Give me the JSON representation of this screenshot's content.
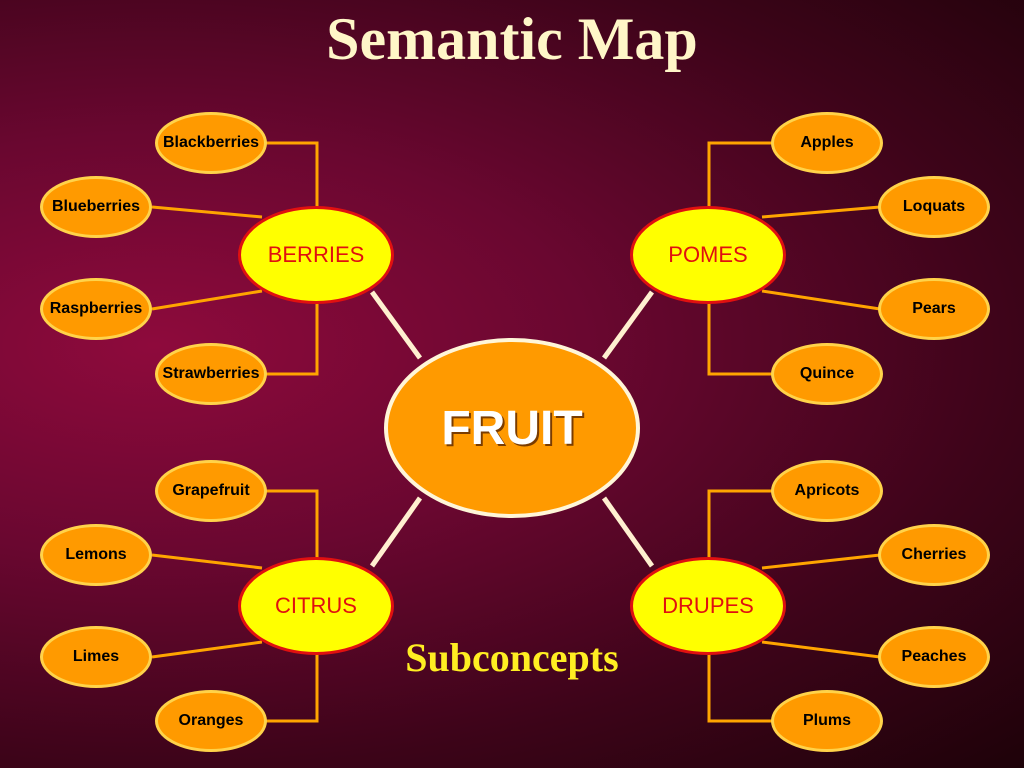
{
  "title": "Semantic Map",
  "subtitle": "Subconcepts",
  "center": "FRUIT",
  "categories": {
    "berries": {
      "label": "BERRIES",
      "items": [
        "Blackberries",
        "Blueberries",
        "Raspberries",
        "Strawberries"
      ]
    },
    "pomes": {
      "label": "POMES",
      "items": [
        "Apples",
        "Loquats",
        "Pears",
        "Quince"
      ]
    },
    "citrus": {
      "label": "CITRUS",
      "items": [
        "Grapefruit",
        "Lemons",
        "Limes",
        "Oranges"
      ]
    },
    "drupes": {
      "label": "DRUPES",
      "items": [
        "Apricots",
        "Cherries",
        "Peaches",
        "Plums"
      ]
    }
  },
  "colors": {
    "center_fill": "#ff9a00",
    "category_fill": "#ffff00",
    "category_text": "#e01010",
    "leaf_fill": "#ff9a00",
    "connector": "#ffa500",
    "spoke": "#fff0d0",
    "title": "#fff6c8",
    "subtitle": "#ffee22"
  }
}
